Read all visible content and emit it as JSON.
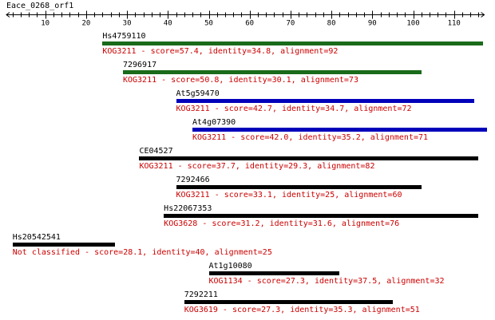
{
  "sequence": {
    "name": "Eace_0268_orf1",
    "ruler_ticks": [
      10,
      20,
      30,
      40,
      50,
      60,
      70,
      80,
      90,
      100,
      110
    ],
    "ruler_max": 117
  },
  "colors": {
    "ruler": "#000000",
    "desc_text": "#cc0000",
    "name_text": "#000000",
    "bar_green": "#1a6b1a",
    "bar_blue": "#0000bb",
    "bar_black": "#000000"
  },
  "hits": [
    {
      "name": "Hs4759110",
      "description": "KOG3211 - score=57.4, identity=34.8, alignment=92",
      "bar_color": "green",
      "start": 24,
      "end": 117
    },
    {
      "name": "7296917",
      "description": "KOG3211 - score=50.8, identity=30.1, alignment=73",
      "bar_color": "green",
      "start": 29,
      "end": 102
    },
    {
      "name": "At5g59470",
      "description": "KOG3211 - score=42.7, identity=34.7, alignment=72",
      "bar_color": "blue",
      "start": 42,
      "end": 115
    },
    {
      "name": "At4g07390",
      "description": "KOG3211 - score=42.0, identity=35.2, alignment=71",
      "bar_color": "blue",
      "start": 46,
      "end": 118
    },
    {
      "name": "CE04527",
      "description": "KOG3211 - score=37.7, identity=29.3, alignment=82",
      "bar_color": "black",
      "start": 33,
      "end": 116
    },
    {
      "name": "7292466",
      "description": "KOG3211 - score=33.1, identity=25, alignment=60",
      "bar_color": "black",
      "start": 42,
      "end": 102
    },
    {
      "name": "Hs22067353",
      "description": "KOG3628 - score=31.2, identity=31.6, alignment=76",
      "bar_color": "black",
      "start": 39,
      "end": 116
    },
    {
      "name": "Hs20542541",
      "description": "Not classified - score=28.1, identity=40, alignment=25",
      "bar_color": "black",
      "start": 2,
      "end": 27
    },
    {
      "name": "At1g10080",
      "description": "KOG1134 - score=27.3, identity=37.5, alignment=32",
      "bar_color": "black",
      "start": 50,
      "end": 82
    },
    {
      "name": "7292211",
      "description": "KOG3619 - score=27.3, identity=35.3, alignment=51",
      "bar_color": "black",
      "start": 44,
      "end": 95
    }
  ]
}
